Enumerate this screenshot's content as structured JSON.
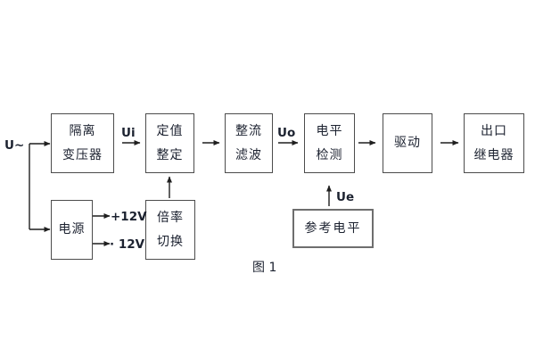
{
  "diagram": {
    "caption": "图 1",
    "source_label": "U~",
    "signal_labels": {
      "ui": "Ui",
      "uo": "Uo",
      "ue": "Ue",
      "plus12v": "+12V",
      "minus12v": "· 12V"
    },
    "blocks": {
      "isolation_transformer": "隔离\n变压器",
      "value_setting": "定值\n整定",
      "rectifier_filter": "整流\n滤波",
      "level_detection": "电平\n检测",
      "driver": "驱动",
      "output_relay": "出口\n继电器",
      "power_supply": "电源",
      "ratio_switch": "倍率\n切换",
      "reference_level": "参考电平"
    },
    "colors": {
      "background": "#ffffff",
      "box_border": "#4c4c4c",
      "line": "#1f1f1f",
      "text": "#1c2230"
    }
  }
}
